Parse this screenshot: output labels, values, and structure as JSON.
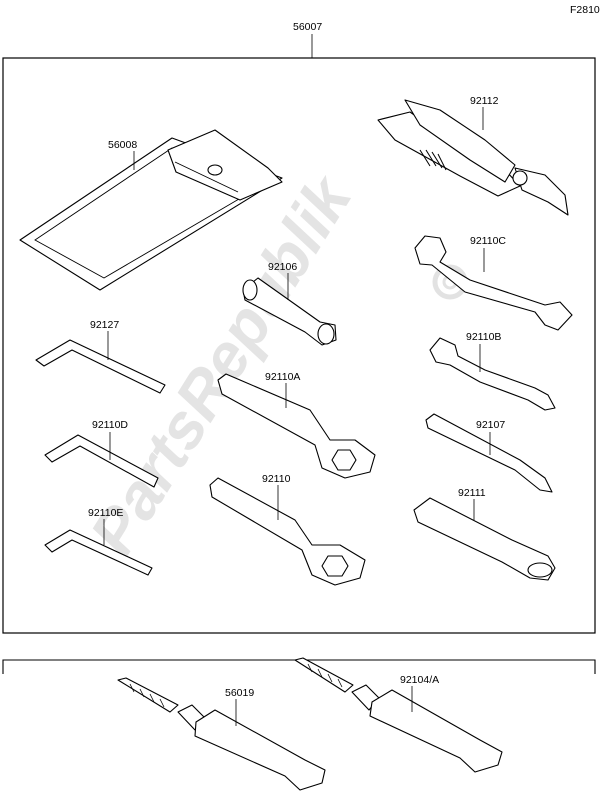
{
  "figure_code": "F2810",
  "watermark": "PartsRepublik",
  "parts": {
    "kit": "56007",
    "case": "56008",
    "pliers": "92112",
    "wrench_c": "92110C",
    "extension": "92106",
    "hex_key": "92127",
    "wrench_b": "92110B",
    "ring_a": "92110A",
    "hex_key_d": "92110D",
    "screwdriver": "92107",
    "ring": "92110",
    "handle": "92111",
    "hex_key_e": "92110E",
    "tube_1": "56019",
    "tube_2": "92104/A"
  },
  "icons": {
    "watermark_logo": "gear-icon"
  }
}
